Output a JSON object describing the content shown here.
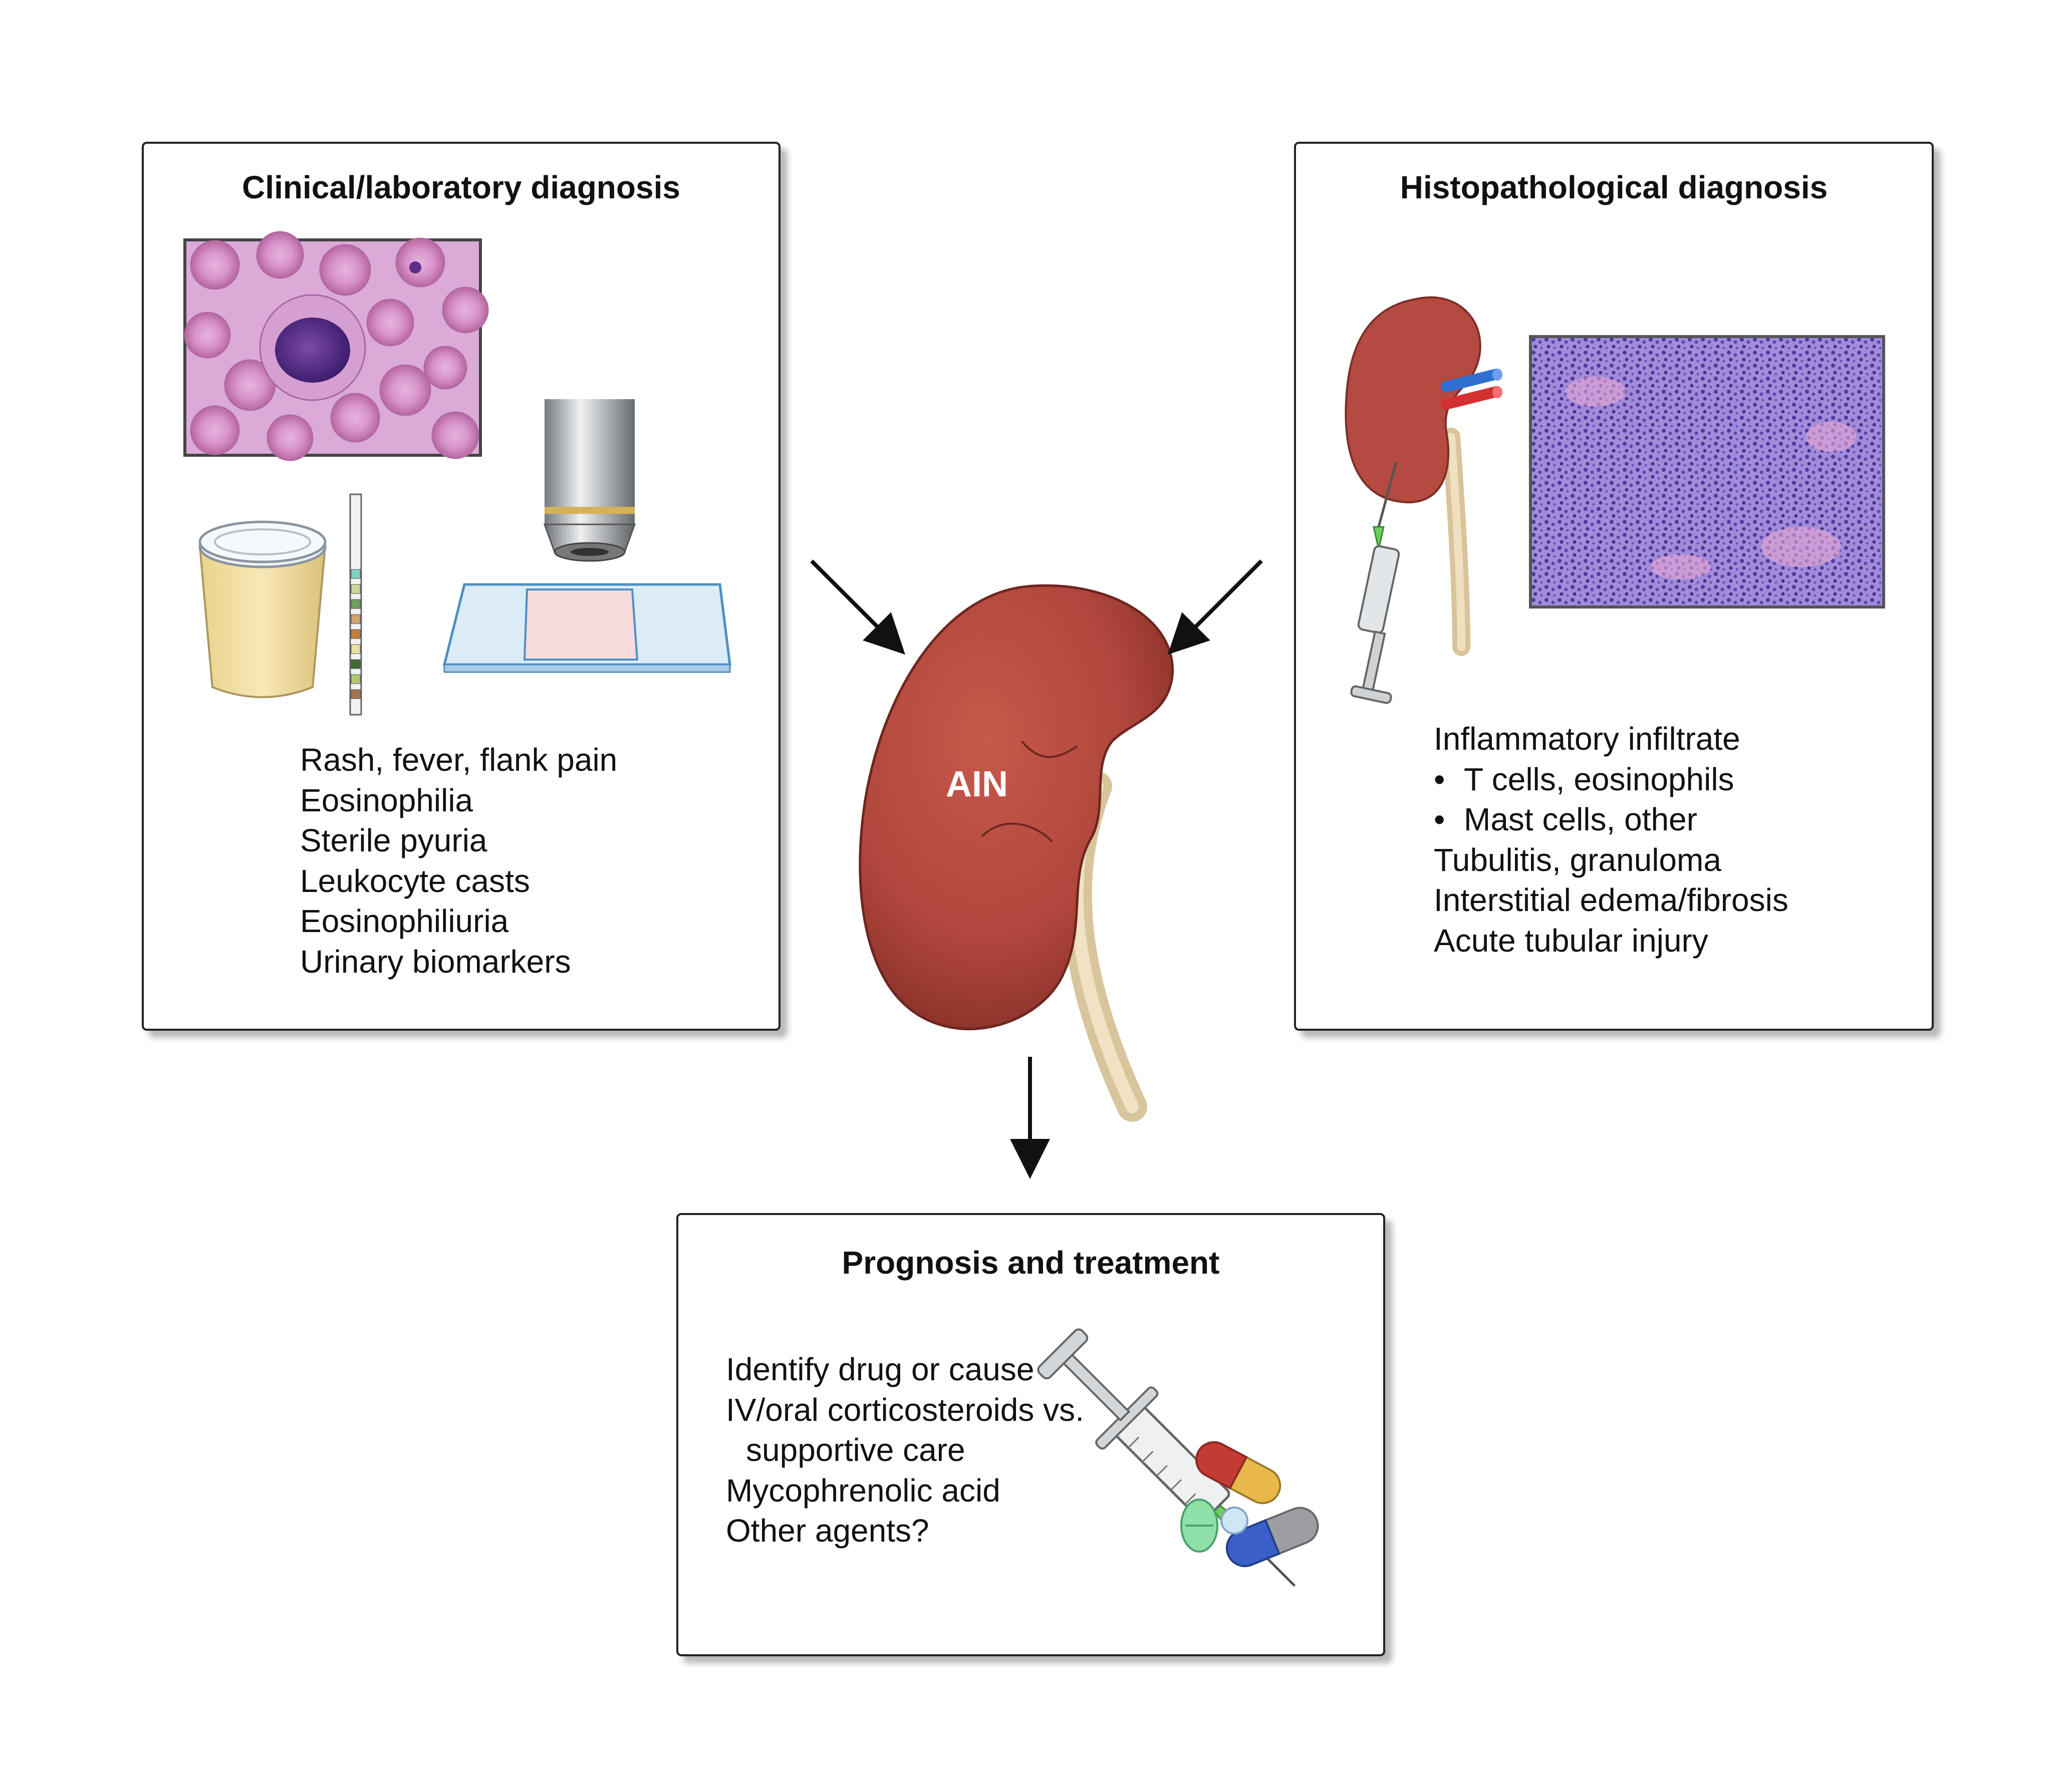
{
  "center": {
    "label": "AIN"
  },
  "left_panel": {
    "title": "Clinical/laboratory diagnosis",
    "items": [
      "Rash, fever, flank pain",
      "Eosinophilia",
      "Sterile pyuria",
      "Leukocyte casts",
      "Eosinophiliuria",
      "Urinary biomarkers"
    ],
    "icons": [
      "blood-smear-image-icon",
      "urine-cup-icon",
      "urine-dipstick-icon",
      "microscope-objective-icon",
      "glass-slide-icon"
    ]
  },
  "right_panel": {
    "title": "Histopathological diagnosis",
    "items": [
      "Inflammatory infiltrate",
      "T cells, eosinophils",
      "Mast cells, other",
      "Tubulitis, granuloma",
      "Interstitial edema/fibrosis",
      "Acute tubular injury"
    ],
    "icons": [
      "kidney-biopsy-needle-icon",
      "histology-image-icon"
    ]
  },
  "bottom_panel": {
    "title": "Prognosis and treatment",
    "items": [
      "Identify drug or cause",
      "IV/oral corticosteroids vs.",
      "supportive care",
      "Mycophrenolic acid",
      "Other agents?"
    ],
    "icons": [
      "syringe-icon",
      "pills-icon"
    ]
  },
  "colors": {
    "kidney": "#b5483f",
    "ureter": "#e2cfa4",
    "smear_background": "#d9a7d4",
    "histology": "#7d6fc4",
    "urine": "#f0dc9c",
    "panel_border": "#222222"
  }
}
